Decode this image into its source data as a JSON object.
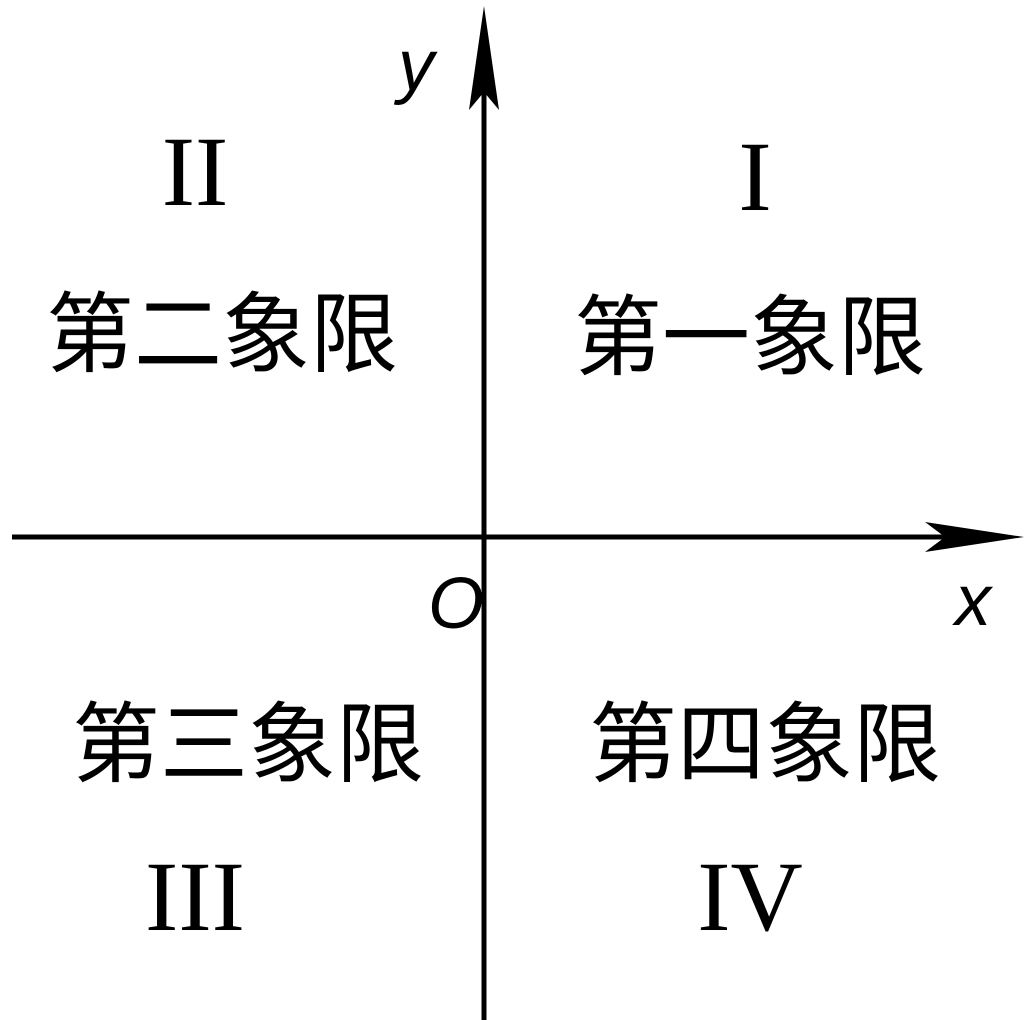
{
  "axes": {
    "x_label": "x",
    "y_label": "y",
    "origin_label": "O"
  },
  "quadrants": [
    {
      "numeral": "I",
      "name": "第一象限"
    },
    {
      "numeral": "II",
      "name": "第二象限"
    },
    {
      "numeral": "III",
      "name": "第三象限"
    },
    {
      "numeral": "IV",
      "name": "第四象限"
    }
  ],
  "colors": {
    "ink": "#000000",
    "background": "#ffffff"
  }
}
